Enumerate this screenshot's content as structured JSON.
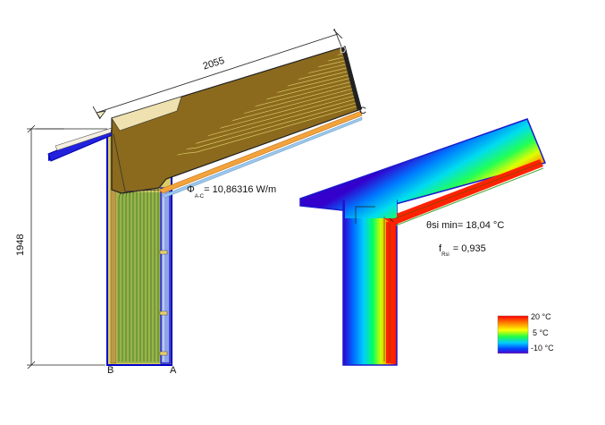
{
  "dimensions": {
    "roof_length": "2055",
    "wall_height": "1948"
  },
  "points": {
    "a": "A",
    "b": "B",
    "c": "C",
    "d": "D"
  },
  "flux": {
    "symbol": "Φ",
    "subscript": "A-C",
    "value_text": "= 10,86316 W/m"
  },
  "surface": {
    "theta_label": "θsi min= 18,04",
    "theta_unit": "°C",
    "f_label": "f",
    "f_subscript": "Rsi",
    "f_value": "= 0,935"
  },
  "legend": {
    "items": [
      {
        "value": "20",
        "unit": "°C",
        "color": "#ff0000"
      },
      {
        "value": "5",
        "unit": "°C",
        "color": "#33dd33"
      },
      {
        "value": "-10",
        "unit": "°C",
        "color": "#5500cc"
      }
    ]
  },
  "colors": {
    "outline": "#0000cc",
    "insulation": "#8b6a1e",
    "flux_lines": "#2a7a2a",
    "board": "#f2a33a",
    "gradient_hot": "#ff0000",
    "gradient_cold": "#3300cc"
  }
}
